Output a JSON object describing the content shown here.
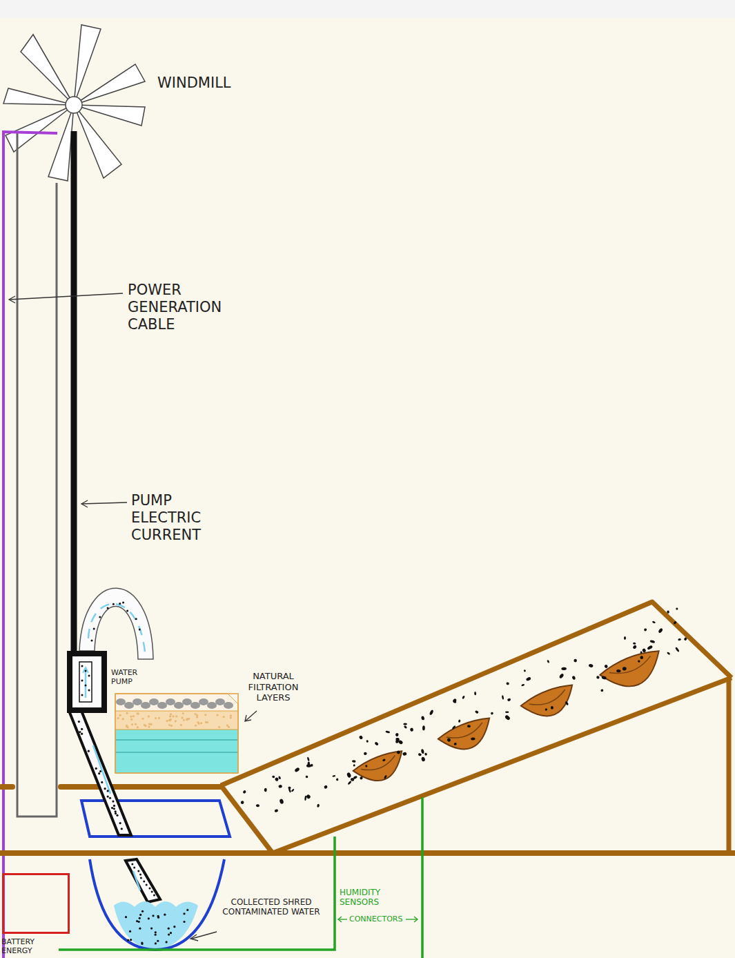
{
  "diagram": {
    "nodes": [
      {
        "text": [
          "WATER PUMP"
        ]
      },
      {
        "text": [
          "BATTERY ENERGY"
        ]
      }
    ],
    "labels": [
      "WINDMILL",
      "POWER GENERATION CABLE",
      "PUMP ELECTRIC CURRENT",
      "NATURAL FILTRATION LAYERS",
      "COLLECTED SHRED CONTAMINATED WATER",
      "HUMIDITY SENSORS",
      "CONNECTORS"
    ]
  }
}
